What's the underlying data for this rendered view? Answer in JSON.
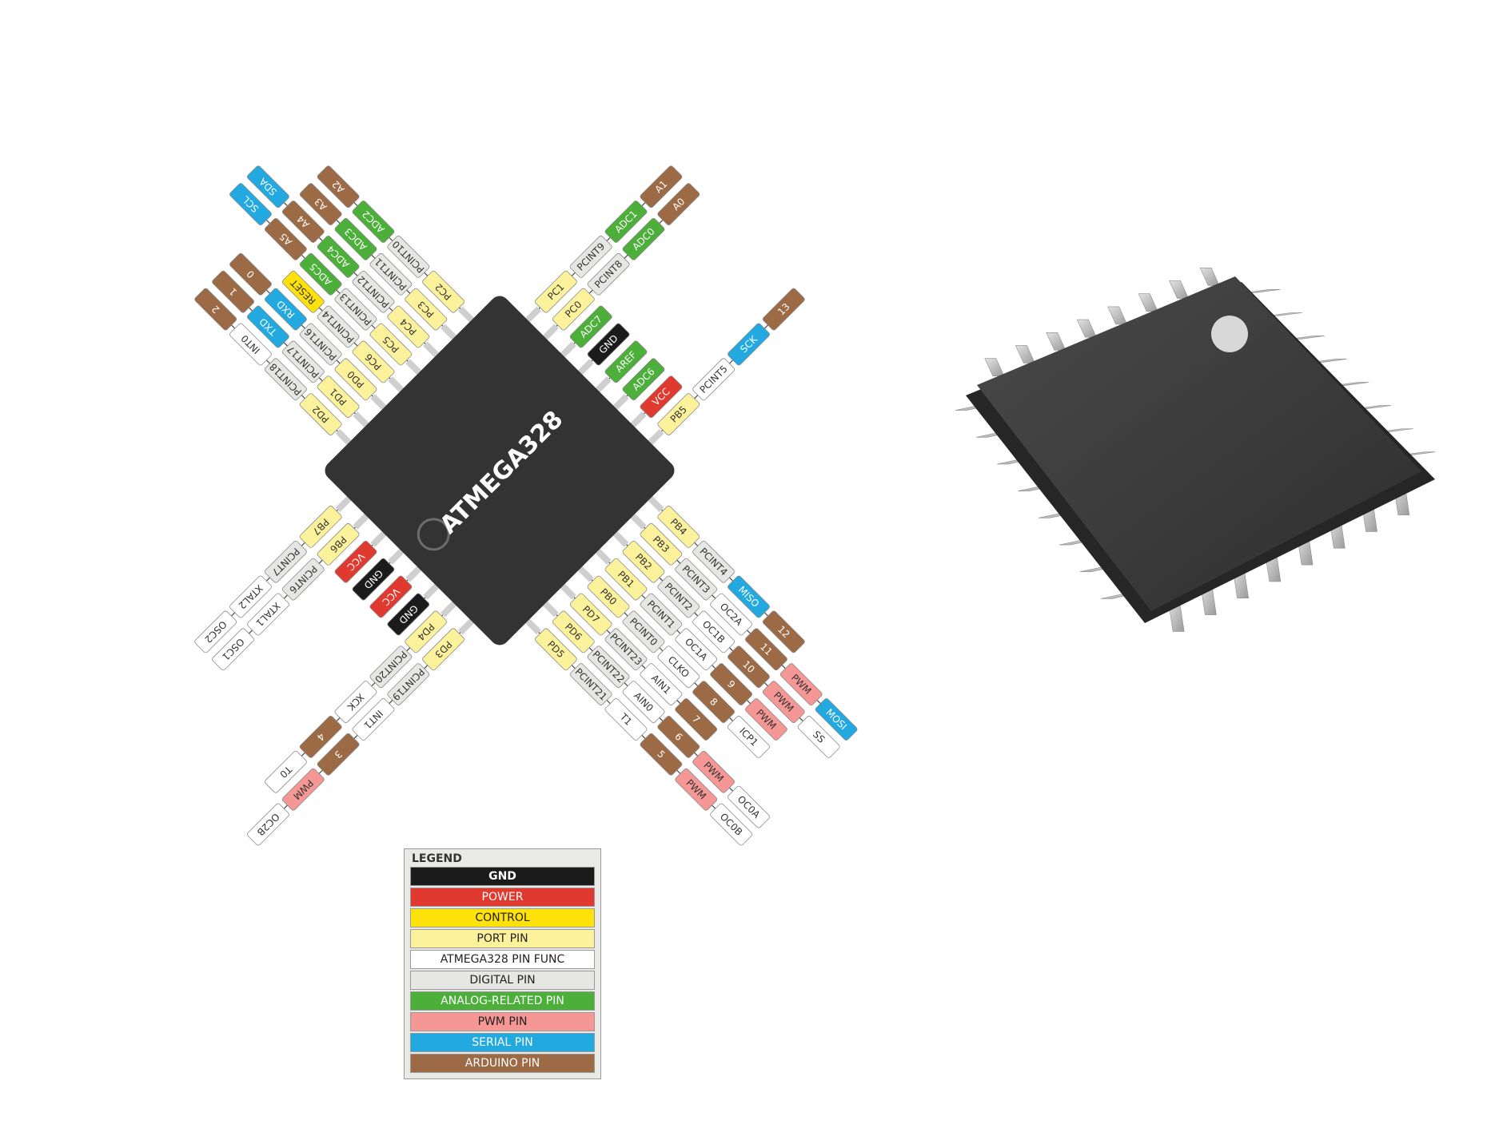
{
  "chip": {
    "name": "ATMEGA328"
  },
  "colors": {
    "gnd": "#1b1b1b",
    "power": "#e03a30",
    "control": "#ffe20a",
    "port": "#fdf29c",
    "func": "#ffffff",
    "digital": "#e6e6e4",
    "analog": "#4caf3a",
    "pwm": "#f49795",
    "serial": "#22a9df",
    "arduino": "#9c6a45"
  },
  "legend": {
    "title": "LEGEND",
    "items": [
      {
        "label": "GND",
        "type": "gnd"
      },
      {
        "label": "POWER",
        "type": "power"
      },
      {
        "label": "CONTROL",
        "type": "control"
      },
      {
        "label": "PORT PIN",
        "type": "port"
      },
      {
        "label": "ATMEGA328 PIN FUNC",
        "type": "func"
      },
      {
        "label": "DIGITAL PIN",
        "type": "digital"
      },
      {
        "label": "ANALOG-RELATED PIN",
        "type": "analog"
      },
      {
        "label": "PWM PIN",
        "type": "pwm"
      },
      {
        "label": "SERIAL PIN",
        "type": "serial"
      },
      {
        "label": "ARDUINO PIN",
        "type": "arduino"
      }
    ]
  },
  "pins": {
    "top_left": [
      [
        {
          "t": "PD2",
          "c": "port"
        },
        {
          "t": "PCINT18",
          "c": "digital"
        },
        {
          "t": "INT0",
          "c": "func"
        },
        {
          "t": "2",
          "c": "arduino"
        }
      ],
      [
        {
          "t": "PD1",
          "c": "port"
        },
        {
          "t": "PCINT17",
          "c": "digital"
        },
        {
          "t": "TXD",
          "c": "serial"
        },
        {
          "t": "1",
          "c": "arduino"
        }
      ],
      [
        {
          "t": "PD0",
          "c": "port"
        },
        {
          "t": "PCINT16",
          "c": "digital"
        },
        {
          "t": "RXD",
          "c": "serial"
        },
        {
          "t": "0",
          "c": "arduino"
        }
      ],
      [
        {
          "t": "PC6",
          "c": "port"
        },
        {
          "t": "PCINT14",
          "c": "digital"
        },
        {
          "t": "RESET",
          "c": "control"
        }
      ],
      [
        {
          "t": "PC5",
          "c": "port"
        },
        {
          "t": "PCINT13",
          "c": "digital"
        },
        {
          "t": "ADC5",
          "c": "analog"
        },
        {
          "t": "A5",
          "c": "arduino"
        },
        {
          "t": "SCL",
          "c": "serial"
        }
      ],
      [
        {
          "t": "PC4",
          "c": "port"
        },
        {
          "t": "PCINT12",
          "c": "digital"
        },
        {
          "t": "ADC4",
          "c": "analog"
        },
        {
          "t": "A4",
          "c": "arduino"
        },
        {
          "t": "SDA",
          "c": "serial"
        }
      ],
      [
        {
          "t": "PC3",
          "c": "port"
        },
        {
          "t": "PCINT11",
          "c": "digital"
        },
        {
          "t": "ADC3",
          "c": "analog"
        },
        {
          "t": "A3",
          "c": "arduino"
        }
      ],
      [
        {
          "t": "PC2",
          "c": "port"
        },
        {
          "t": "PCINT10",
          "c": "digital"
        },
        {
          "t": "ADC2",
          "c": "analog"
        },
        {
          "t": "A2",
          "c": "arduino"
        }
      ]
    ],
    "top_right": [
      [
        {
          "t": "PC1",
          "c": "port"
        },
        {
          "t": "PCINT9",
          "c": "digital"
        },
        {
          "t": "ADC1",
          "c": "analog"
        },
        {
          "t": "A1",
          "c": "arduino"
        }
      ],
      [
        {
          "t": "PC0",
          "c": "port"
        },
        {
          "t": "PCINT8",
          "c": "digital"
        },
        {
          "t": "ADC0",
          "c": "analog"
        },
        {
          "t": "A0",
          "c": "arduino"
        }
      ],
      [
        {
          "t": "ADC7",
          "c": "analog"
        }
      ],
      [
        {
          "t": "GND",
          "c": "gnd"
        }
      ],
      [
        {
          "t": "AREF",
          "c": "analog"
        }
      ],
      [
        {
          "t": "ADC6",
          "c": "analog"
        }
      ],
      [
        {
          "t": "VCC",
          "c": "power"
        }
      ],
      [
        {
          "t": "PB5",
          "c": "port"
        },
        {
          "t": "PCINT5",
          "c": "func"
        },
        {
          "t": "SCK",
          "c": "serial"
        },
        {
          "t": "13",
          "c": "arduino"
        }
      ]
    ],
    "bottom_left": [
      [
        {
          "t": "PD3",
          "c": "port"
        },
        {
          "t": "PCINT19",
          "c": "digital"
        },
        {
          "t": "INT1",
          "c": "func"
        },
        {
          "t": "3",
          "c": "arduino"
        },
        {
          "t": "PWM",
          "c": "pwm"
        },
        {
          "t": "OC2B",
          "c": "func"
        }
      ],
      [
        {
          "t": "PD4",
          "c": "port"
        },
        {
          "t": "PCINT20",
          "c": "digital"
        },
        {
          "t": "XCK",
          "c": "func"
        },
        {
          "t": "4",
          "c": "arduino"
        },
        {
          "t": "T0",
          "c": "func"
        }
      ],
      [
        {
          "t": "GND",
          "c": "gnd"
        }
      ],
      [
        {
          "t": "VCC",
          "c": "power"
        }
      ],
      [
        {
          "t": "GND",
          "c": "gnd"
        }
      ],
      [
        {
          "t": "VCC",
          "c": "power"
        }
      ],
      [
        {
          "t": "PB6",
          "c": "port"
        },
        {
          "t": "PCINT6",
          "c": "digital"
        },
        {
          "t": "XTAL1",
          "c": "func"
        },
        {
          "t": "OSC1",
          "c": "func"
        }
      ],
      [
        {
          "t": "PB7",
          "c": "port"
        },
        {
          "t": "PCINT7",
          "c": "digital"
        },
        {
          "t": "XTAL2",
          "c": "func"
        },
        {
          "t": "OSC2",
          "c": "func"
        }
      ]
    ],
    "bottom_right": [
      [
        {
          "t": "PB4",
          "c": "port"
        },
        {
          "t": "PCINT4",
          "c": "digital"
        },
        {
          "t": "MISO",
          "c": "serial"
        },
        {
          "t": "12",
          "c": "arduino"
        }
      ],
      [
        {
          "t": "PB3",
          "c": "port"
        },
        {
          "t": "PCINT3",
          "c": "digital"
        },
        {
          "t": "OC2A",
          "c": "func"
        },
        {
          "t": "11",
          "c": "arduino"
        },
        {
          "t": "PWM",
          "c": "pwm"
        },
        {
          "t": "MOSI",
          "c": "serial"
        }
      ],
      [
        {
          "t": "PB2",
          "c": "port"
        },
        {
          "t": "PCINT2",
          "c": "digital"
        },
        {
          "t": "OC1B",
          "c": "func"
        },
        {
          "t": "10",
          "c": "arduino"
        },
        {
          "t": "PWM",
          "c": "pwm"
        },
        {
          "t": "SS",
          "c": "func"
        }
      ],
      [
        {
          "t": "PB1",
          "c": "port"
        },
        {
          "t": "PCINT1",
          "c": "digital"
        },
        {
          "t": "OC1A",
          "c": "func"
        },
        {
          "t": "9",
          "c": "arduino"
        },
        {
          "t": "PWM",
          "c": "pwm"
        }
      ],
      [
        {
          "t": "PB0",
          "c": "port"
        },
        {
          "t": "PCINT0",
          "c": "digital"
        },
        {
          "t": "CLKO",
          "c": "func"
        },
        {
          "t": "8",
          "c": "arduino"
        },
        {
          "t": "ICP1",
          "c": "func"
        }
      ],
      [
        {
          "t": "PD7",
          "c": "port"
        },
        {
          "t": "PCINT23",
          "c": "digital"
        },
        {
          "t": "AIN1",
          "c": "func"
        },
        {
          "t": "7",
          "c": "arduino"
        }
      ],
      [
        {
          "t": "PD6",
          "c": "port"
        },
        {
          "t": "PCINT22",
          "c": "digital"
        },
        {
          "t": "AIN0",
          "c": "func"
        },
        {
          "t": "6",
          "c": "arduino"
        },
        {
          "t": "PWM",
          "c": "pwm"
        },
        {
          "t": "OC0A",
          "c": "func"
        }
      ],
      [
        {
          "t": "PD5",
          "c": "port"
        },
        {
          "t": "PCINT21",
          "c": "digital"
        },
        {
          "t": "T1",
          "c": "func"
        },
        {
          "t": "5",
          "c": "arduino"
        },
        {
          "t": "PWM",
          "c": "pwm"
        },
        {
          "t": "OC0B",
          "c": "func"
        }
      ]
    ]
  }
}
